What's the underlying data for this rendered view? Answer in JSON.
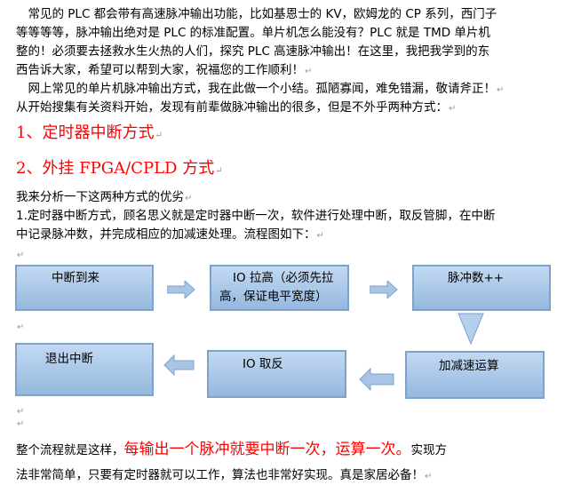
{
  "paragraphs": [
    "　常见的 PLC 都会带有高速脉冲输出功能，比如基恩士的 KV，欧姆龙的 CP 系列，西门子",
    "等等等等，脉冲输出绝对是 PLC 的标准配置。单片机怎么能没有？PLC 就是 TMD 单片机",
    "整的！必须要去拯救水生火热的人们，探究 PLC 高速脉冲输出！在这里，我把我学到的东",
    "西告诉大家，希望可以帮到大家，祝福您的工作顺利！",
    "　网上常见的单片机脉冲输出方式，我在此做一个小结。孤陋寡闻，难免错漏，敬请斧正！",
    "从开始搜集有关资料开始，发现有前辈做脉冲输出的很多，但是不外乎两种方式："
  ],
  "headings": [
    "1、定时器中断方式",
    "2、外挂 FPGA/CPLD 方式"
  ],
  "analysis": [
    "我来分析一下这两种方式的优劣",
    "1.定时器中断方式，顾名思义就是定时器中断一次，软件进行处理中断，取反管脚，在中断",
    "中记录脉冲数，并完成相应的加减速处理。流程图如下："
  ],
  "flowchart": {
    "interrupt_arrive": "中断到来",
    "io_high_1": "IO 拉高（必须先拉",
    "io_high_2": "高，保证电平宽度）",
    "pulse_count": "脉冲数++",
    "accel_decel": "加减速运算",
    "io_toggle": "IO 取反",
    "exit_interrupt": "退出中断"
  },
  "conclusion": {
    "prefix": "整个流程就是这样，",
    "highlight": "每输出一个脉冲就要中断一次，运算一次。",
    "suffix": "实现方",
    "line2": "法非常简单，只要有定时器就可以工作，算法也非常好实现。真是家居必备！"
  },
  "paragraph_mark": "↵",
  "colors": {
    "highlight": "#ff0000",
    "box_fill": "#b0cbe9",
    "box_border": "#7da2cc"
  }
}
